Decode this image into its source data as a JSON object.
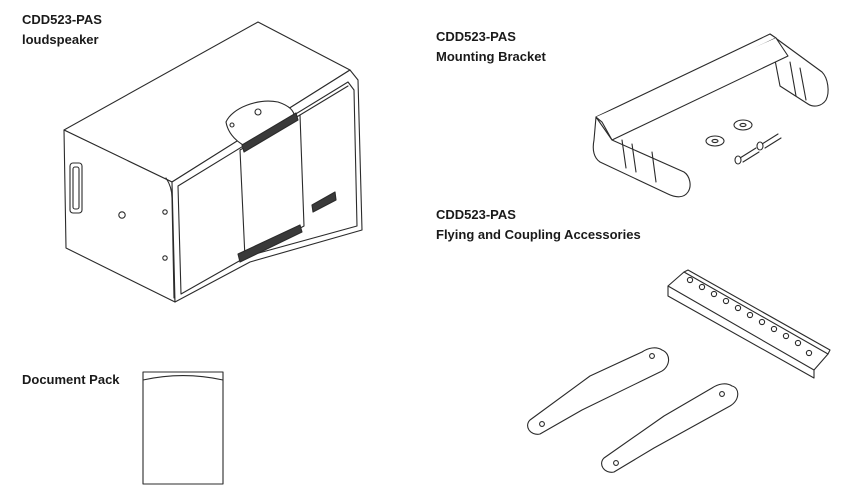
{
  "items": {
    "loudspeaker": {
      "model": "CDD523-PAS",
      "name": "loudspeaker"
    },
    "bracket": {
      "model": "CDD523-PAS",
      "name": "Mounting Bracket"
    },
    "flying": {
      "model": "CDD523-PAS",
      "name": "Flying and Coupling Accessories"
    },
    "docs": {
      "name": "Document Pack"
    }
  },
  "colors": {
    "line": "#2b2b2b",
    "fill": "#ffffff"
  }
}
